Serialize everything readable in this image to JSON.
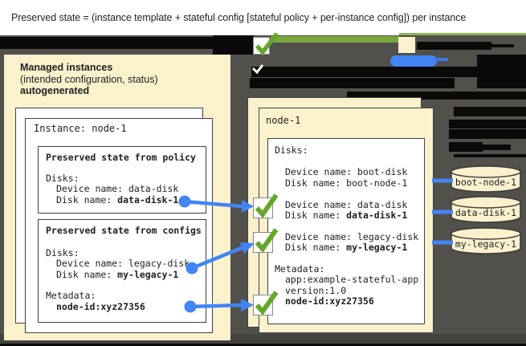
{
  "banner": {
    "text": "Preserved state = (instance template + stateful config [stateful policy + per-instance config]) per instance"
  },
  "left_panel": {
    "title": "Managed instances",
    "subtitle": "(intended configuration, status)",
    "note": "autogenerated",
    "instance_card": {
      "title": "Instance: node-1",
      "policy_box": {
        "title": "Preserved state from policy",
        "disks_label": "Disks:",
        "device_line": "Device name: data-disk",
        "disk_label": "Disk name: ",
        "disk_value": "data-disk-1"
      },
      "configs_box": {
        "title": "Preserved state from configs",
        "disks_label": "Disks:",
        "device_line": "Device name: legacy-disk",
        "disk_label": "Disk name: ",
        "disk_value": "my-legacy-1",
        "metadata_label": "Metadata:",
        "metadata_value": "node-id:xyz27356"
      }
    }
  },
  "vm_card": {
    "title": "node-1",
    "disks_label": "Disks:",
    "boot_device_line": "Device name: boot-disk",
    "boot_disk_line": "Disk name: boot-node-1",
    "data_device_line": "Device name: data-disk",
    "data_disk_label": "Disk name: ",
    "data_disk_value": "data-disk-1",
    "legacy_device_line": "Device name: legacy-disk",
    "legacy_disk_label": "Disk name: ",
    "legacy_disk_value": "my-legacy-1",
    "metadata_label": "Metadata:",
    "metadata_line1": "app:example-stateful-app",
    "metadata_line2": "version:1.0",
    "metadata_bold": "node-id:xyz27356"
  },
  "disk_cylinders": [
    {
      "label": "boot-node-1"
    },
    {
      "label": "data-disk-1"
    },
    {
      "label": "my-legacy-1"
    }
  ],
  "icons": {
    "checkmark": "green-checkmark",
    "connector_dot": "blue-dot",
    "arrow": "blue-arrow",
    "cylinder": "disk-cylinder"
  },
  "colors": {
    "accent_blue": "#4285f4",
    "check_green": "#67a62c",
    "bar_green": "#7aa63c",
    "panel_cream": "#fcf1cd",
    "background_gray": "#52504b",
    "redaction_black": "#0a0a0a",
    "card_white": "#ffffff"
  }
}
